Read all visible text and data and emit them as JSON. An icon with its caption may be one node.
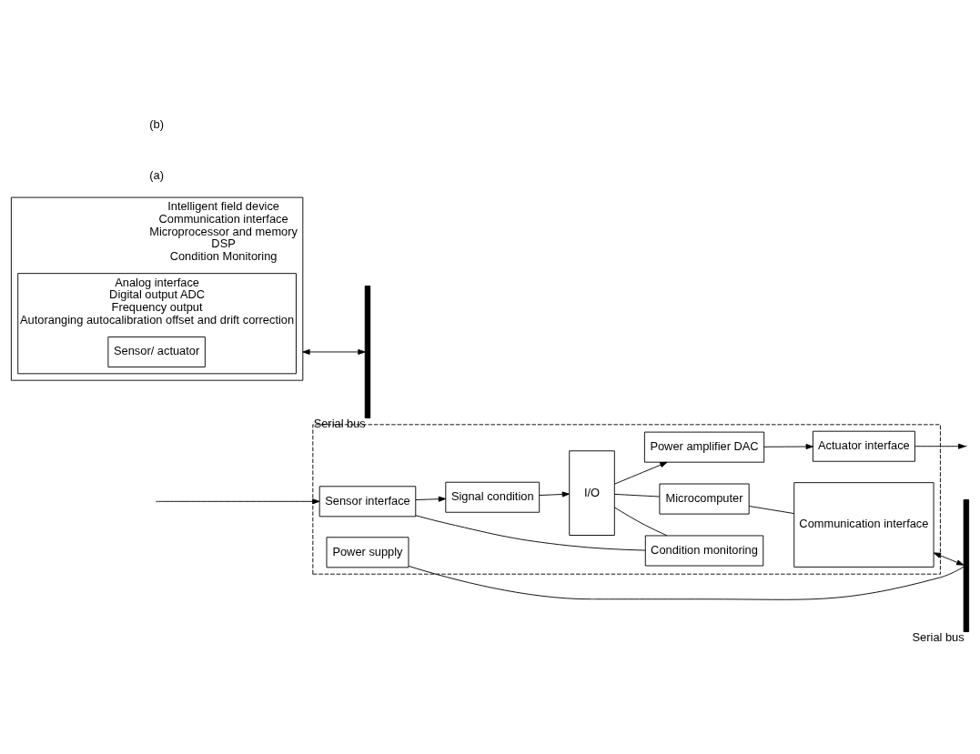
{
  "diagram": {
    "nodes": [
      {
        "text": [],
        "shape": "box"
      },
      {
        "text": [
          "Condition monitoring"
        ],
        "in": 0
      },
      {
        "text": [
          "Power supply"
        ],
        "in": 0
      },
      {
        "text": [
          "Sensor interface"
        ],
        "in": 0
      },
      {
        "text": [
          "Signal condition"
        ],
        "in": 0
      },
      {
        "text": [
          "I/O"
        ],
        "in": 0
      },
      {
        "text": [
          "Microcomputer"
        ],
        "in": 0
      },
      {
        "text": [
          "Communication interface"
        ],
        "in": 0
      },
      {
        "text": [
          "Actuator interface"
        ],
        "in": 0
      },
      {
        "text": [
          "Power amplifier DAC"
        ],
        "in": 0
      },
      {
        "text": [],
        "shape": "bar",
        "beside": [
          "Serial bus"
        ]
      },
      {
        "text": [
          "Intelligent field device",
          "Communication interface",
          "Microprocessor and memory",
          "DSP",
          "Condition Monitoring"
        ]
      },
      {
        "text": [
          "Analog interface",
          "Digital output ADC",
          "Frequency output",
          "Autoranging autocalibration offset and drift correction"
        ],
        "in": 11
      },
      {
        "text": [
          "Sensor/ actuator"
        ],
        "in": 12
      },
      {
        "text": [],
        "shape": "bar",
        "beside": [
          "Serial bus"
        ]
      }
    ],
    "edges": [
      {
        "from": null,
        "to": 3,
        "arrow": "to"
      },
      {
        "from": 3,
        "to": 4,
        "arrow": "to"
      },
      {
        "from": 4,
        "to": 5,
        "arrow": "to"
      },
      {
        "from": 5,
        "to": 9,
        "arrow": "to"
      },
      {
        "from": 9,
        "to": 8,
        "arrow": "to"
      },
      {
        "from": 8,
        "to": null,
        "arrow": "to"
      },
      {
        "from": 3,
        "to": 1,
        "arrow": "none"
      },
      {
        "from": 5,
        "to": 1,
        "arrow": "none"
      },
      {
        "from": 5,
        "to": 6,
        "arrow": "none"
      },
      {
        "from": 6,
        "to": 7,
        "arrow": "none"
      },
      {
        "from": 7,
        "to": 10,
        "arrow": "both"
      },
      {
        "from": 2,
        "to": 10,
        "arrow": "none"
      },
      {
        "from": 11,
        "to": 14,
        "arrow": "both"
      }
    ],
    "labels": [
      "(a)",
      "(b)"
    ]
  }
}
